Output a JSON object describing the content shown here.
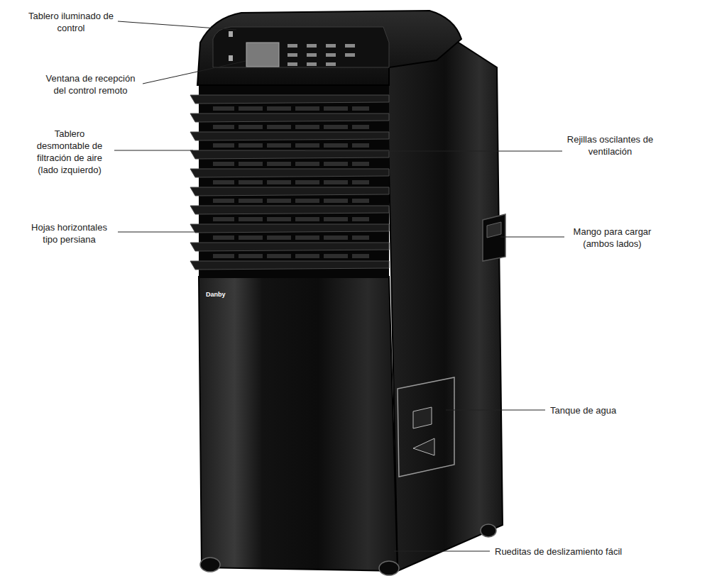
{
  "diagram": {
    "labels": [
      "Tablero iluminado de control",
      "Ventana de recepción del control remoto",
      "Tablero desmontable de filtración de aire (lado izquierdo)",
      "Hojas horizontales tipo persiana",
      "Rejillas oscilantes de ventilación",
      "Mango para cargar (ambos lados)",
      "Tanque de agua",
      "Rueditas de deslizamiento fácil",
      "Danby"
    ]
  }
}
